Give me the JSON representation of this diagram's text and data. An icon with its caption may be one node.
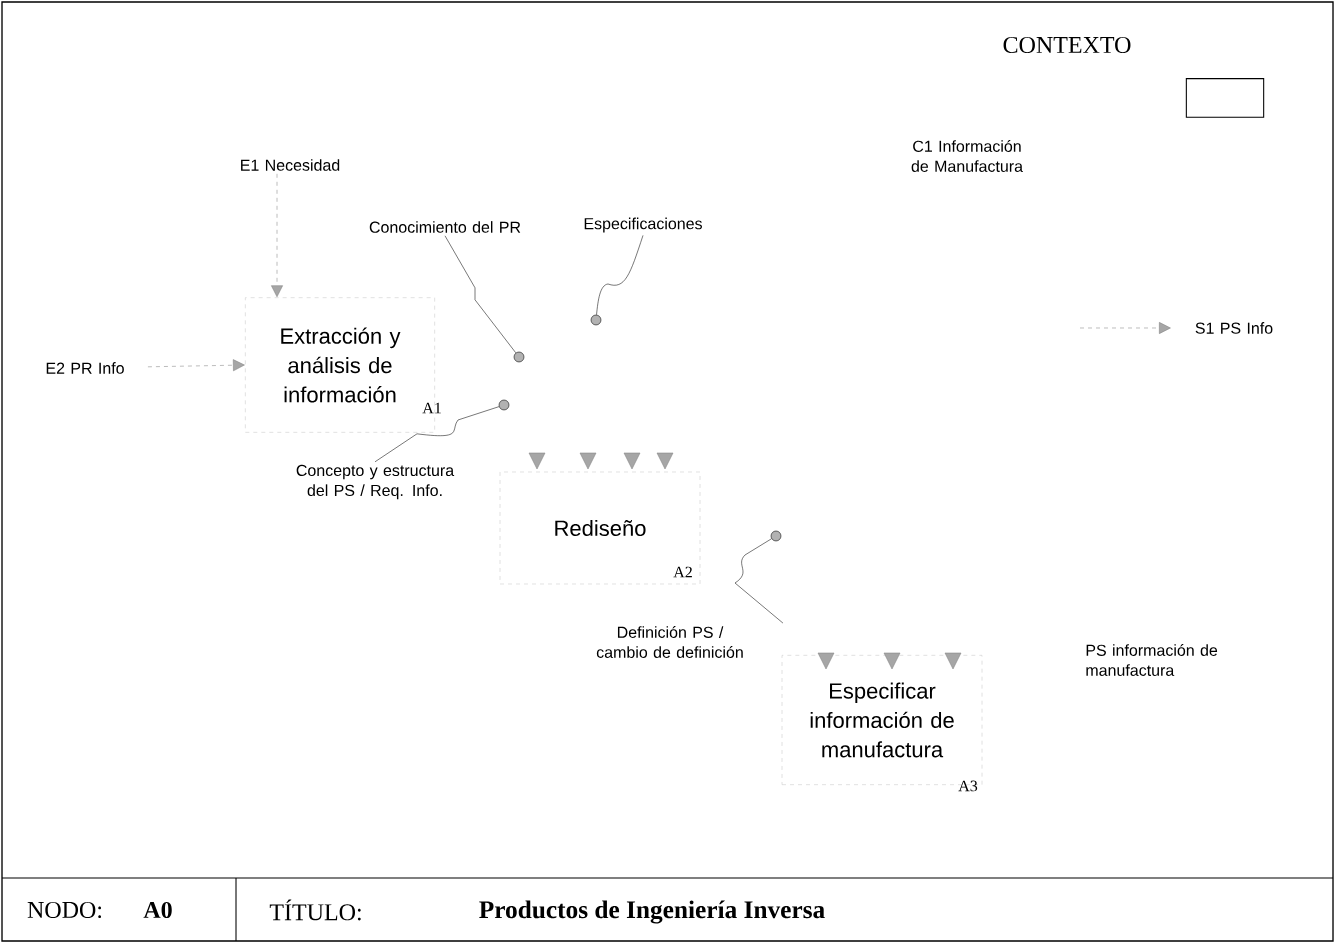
{
  "diagram": {
    "title": "Productos de Ingeniería Inversa",
    "nodes": [
      {
        "text": [
          "E1 Necesidad"
        ]
      },
      {
        "text": [
          "Conocimiento del PR"
        ]
      },
      {
        "text": [
          "Especificaciones"
        ]
      },
      {
        "text": [
          "E2 PR Info"
        ]
      },
      {
        "text": [
          "Extracción y análisis de información",
          "A1"
        ]
      },
      {
        "text": [
          "S1 PS Info"
        ]
      },
      {
        "text": [
          "Concepto y estructura del PS / Req. Info."
        ]
      },
      {
        "text": [
          "Rediseño",
          "A2"
        ]
      },
      {
        "text": [
          "Definición PS / cambio de definición"
        ]
      },
      {
        "text": [
          "Especificar información de manufactura",
          "A3"
        ]
      },
      {
        "text": [],
        "shape": "circle"
      },
      {
        "text": [],
        "shape": "circle"
      },
      {
        "text": [],
        "shape": "circle"
      },
      {
        "text": [],
        "shape": "circle"
      },
      {
        "text": [],
        "shape": "box"
      }
    ],
    "edges": [
      {
        "from": 3,
        "to": 4,
        "arrow": "to",
        "style": "dashed",
        "color": "#808080"
      },
      {
        "from": 0,
        "to": 4,
        "arrow": "to",
        "style": "dashed",
        "color": "#808080"
      },
      {
        "from": 1,
        "to": 10,
        "arrow": "none"
      },
      {
        "from": 2,
        "to": 11,
        "arrow": "none"
      },
      {
        "from": 6,
        "to": 12,
        "arrow": "none"
      },
      {
        "from": 8,
        "to": 13,
        "arrow": "none"
      },
      {
        "from": null,
        "to": 5,
        "arrow": "to",
        "style": "dashed",
        "color": "#808080"
      }
    ],
    "labels": [
      "CONTEXTO",
      "C1 Información de Manufactura",
      "PS información de manufactura",
      "NODO:",
      "A0",
      "TÍTULO:"
    ]
  }
}
